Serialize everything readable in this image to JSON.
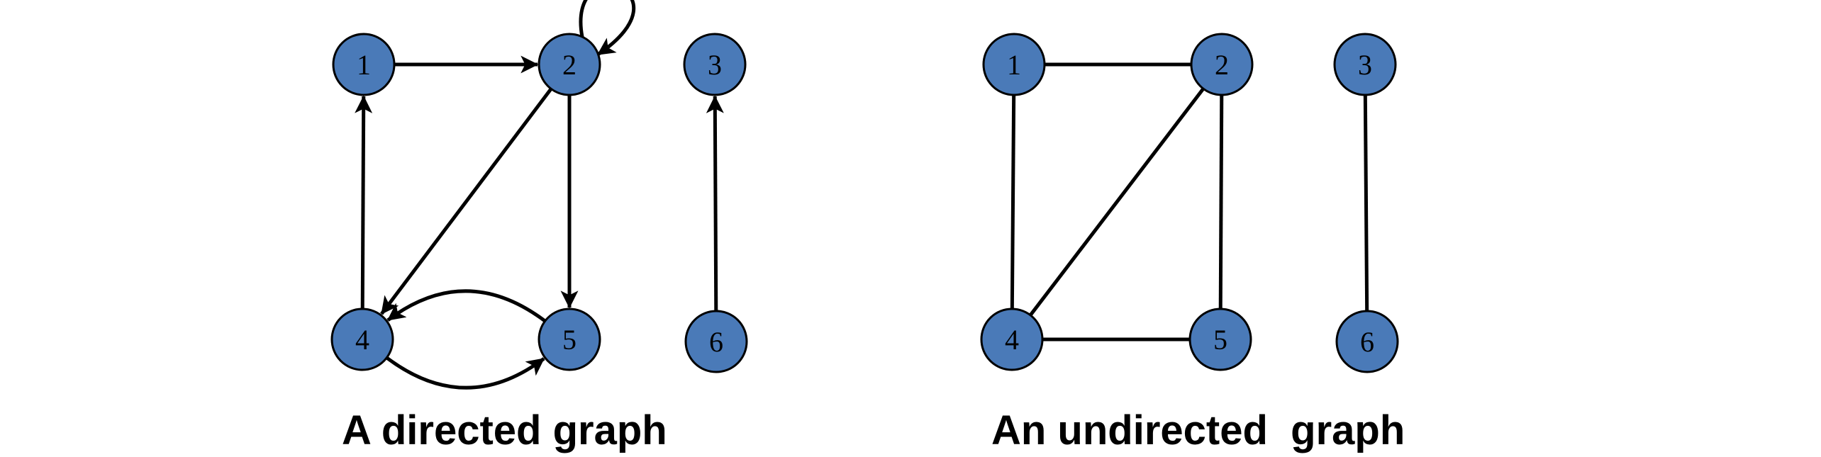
{
  "colors": {
    "node_fill": "#4a7ab8",
    "node_stroke": "#000000",
    "edge": "#000000",
    "background": "#ffffff"
  },
  "graphs": [
    {
      "id": "directed",
      "caption": "A directed graph",
      "directed": true,
      "nodes": [
        {
          "id": "1",
          "label": "1"
        },
        {
          "id": "2",
          "label": "2"
        },
        {
          "id": "3",
          "label": "3"
        },
        {
          "id": "4",
          "label": "4"
        },
        {
          "id": "5",
          "label": "5"
        },
        {
          "id": "6",
          "label": "6"
        }
      ],
      "edges": [
        {
          "from": "1",
          "to": "2"
        },
        {
          "from": "2",
          "to": "2"
        },
        {
          "from": "2",
          "to": "4"
        },
        {
          "from": "2",
          "to": "5"
        },
        {
          "from": "4",
          "to": "1"
        },
        {
          "from": "4",
          "to": "5"
        },
        {
          "from": "5",
          "to": "4"
        },
        {
          "from": "6",
          "to": "3"
        }
      ]
    },
    {
      "id": "undirected",
      "caption": "An undirected  graph",
      "directed": false,
      "nodes": [
        {
          "id": "1",
          "label": "1"
        },
        {
          "id": "2",
          "label": "2"
        },
        {
          "id": "3",
          "label": "3"
        },
        {
          "id": "4",
          "label": "4"
        },
        {
          "id": "5",
          "label": "5"
        },
        {
          "id": "6",
          "label": "6"
        }
      ],
      "edges": [
        {
          "from": "1",
          "to": "2"
        },
        {
          "from": "1",
          "to": "4"
        },
        {
          "from": "2",
          "to": "4"
        },
        {
          "from": "2",
          "to": "5"
        },
        {
          "from": "4",
          "to": "5"
        },
        {
          "from": "3",
          "to": "6"
        }
      ]
    }
  ]
}
